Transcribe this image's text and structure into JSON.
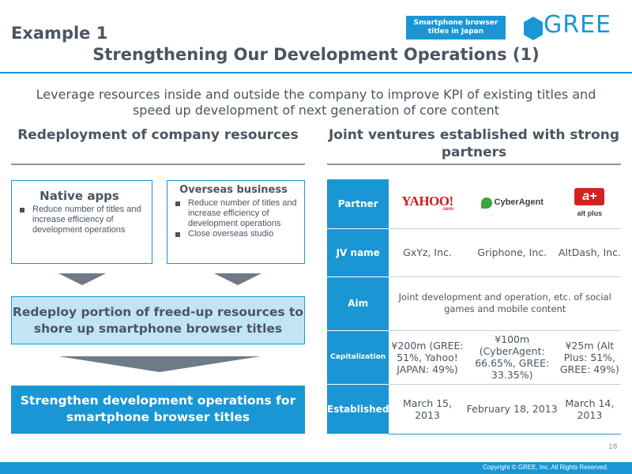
{
  "header": {
    "example": "Example 1",
    "title": "Strengthening Our Development Operations (1)",
    "tag": "Smartphone browser titles in Japan",
    "logo_text": "GREE",
    "brand_color": "#1a96d4"
  },
  "subtitle": "Leverage resources inside and outside the company to improve KPI of existing titles and speed up development of next generation of core content",
  "left": {
    "heading": "Redeployment of company resources",
    "native": {
      "title": "Native apps",
      "bullets": [
        "Reduce number of titles and increase efficiency of development operations"
      ]
    },
    "overseas": {
      "title": "Overseas business",
      "bullets": [
        "Reduce number of titles and increase efficiency of development operations",
        "Close overseas studio"
      ]
    },
    "redeploy": "Redeploy portion of freed-up resources to shore up smartphone browser titles",
    "strengthen": "Strengthen development operations for smartphone browser titles"
  },
  "right": {
    "heading": "Joint ventures established with strong partners",
    "table": {
      "row_labels": {
        "partner": "Partner",
        "jv_name": "JV name",
        "aim": "Aim",
        "capitalization": "Capitalization",
        "established": "Established"
      },
      "partners": [
        {
          "logo": "yahoo-japan-logo",
          "logo_text": "YAHOO!",
          "logo_sub": "JAPAN",
          "jv_name": "GxYz, Inc.",
          "capitalization": "¥200m (GREE: 51%, Yahoo! JAPAN: 49%)",
          "established": "March 15, 2013"
        },
        {
          "logo": "cyberagent-logo",
          "logo_text": "CyberAgent",
          "jv_name": "Griphone, Inc.",
          "capitalization": "¥100m (CyberAgent: 66.65%, GREE: 33.35%)",
          "established": "February 18, 2013"
        },
        {
          "logo": "altplus-logo",
          "logo_mark": "a+",
          "logo_text": "alt plus",
          "jv_name": "AltDash, Inc.",
          "capitalization": "¥25m (Alt Plus: 51%, GREE: 49%)",
          "established": "March 14, 2013"
        }
      ],
      "aim": "Joint development and operation, etc. of social games and mobile content"
    }
  },
  "footer": {
    "page": "18",
    "copyright": "Copyright © GREE, Inc. All Rights Reserved."
  }
}
